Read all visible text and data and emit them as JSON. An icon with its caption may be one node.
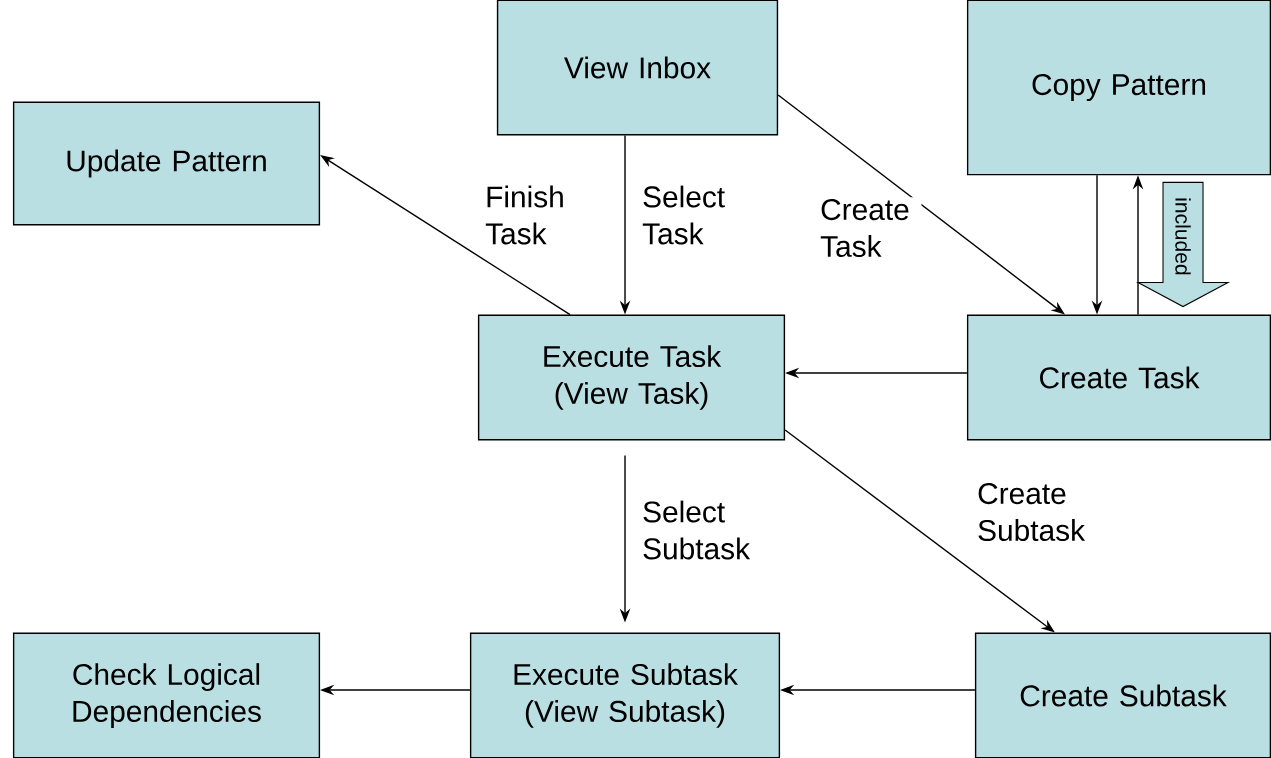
{
  "diagram": {
    "nodes": [
      {
        "text": [
          "View Inbox"
        ]
      },
      {
        "text": [
          "Copy Pattern"
        ]
      },
      {
        "text": [
          "Update Pattern"
        ]
      },
      {
        "text": [
          "Execute Task (View Task)"
        ]
      },
      {
        "text": [
          "Create Task"
        ]
      },
      {
        "text": [
          "Check Logical Dependencies"
        ]
      },
      {
        "text": [
          "Execute Subtask (View Subtask)"
        ]
      },
      {
        "text": [
          "Create Subtask"
        ]
      }
    ],
    "edges": [
      {
        "from": 0,
        "to": 3,
        "arrow": "to",
        "label": "Select Task"
      },
      {
        "from": 3,
        "to": 2,
        "arrow": "to",
        "label": "Finish Task"
      },
      {
        "from": 0,
        "to": 4,
        "arrow": "to",
        "label": "Create Task"
      },
      {
        "from": 1,
        "to": 4,
        "arrow": "to"
      },
      {
        "from": 4,
        "to": 1,
        "arrow": "to"
      },
      {
        "from": 4,
        "to": 3,
        "arrow": "to"
      },
      {
        "from": 3,
        "to": 6,
        "arrow": "to",
        "label": "Select Subtask"
      },
      {
        "from": 3,
        "to": 7,
        "arrow": "to",
        "label": "Create Subtask"
      },
      {
        "from": 7,
        "to": 6,
        "arrow": "to"
      },
      {
        "from": 6,
        "to": 5,
        "arrow": "to"
      },
      {
        "from": 1,
        "to": 4,
        "arrow": "to",
        "style": "thick",
        "label": "included"
      }
    ]
  }
}
